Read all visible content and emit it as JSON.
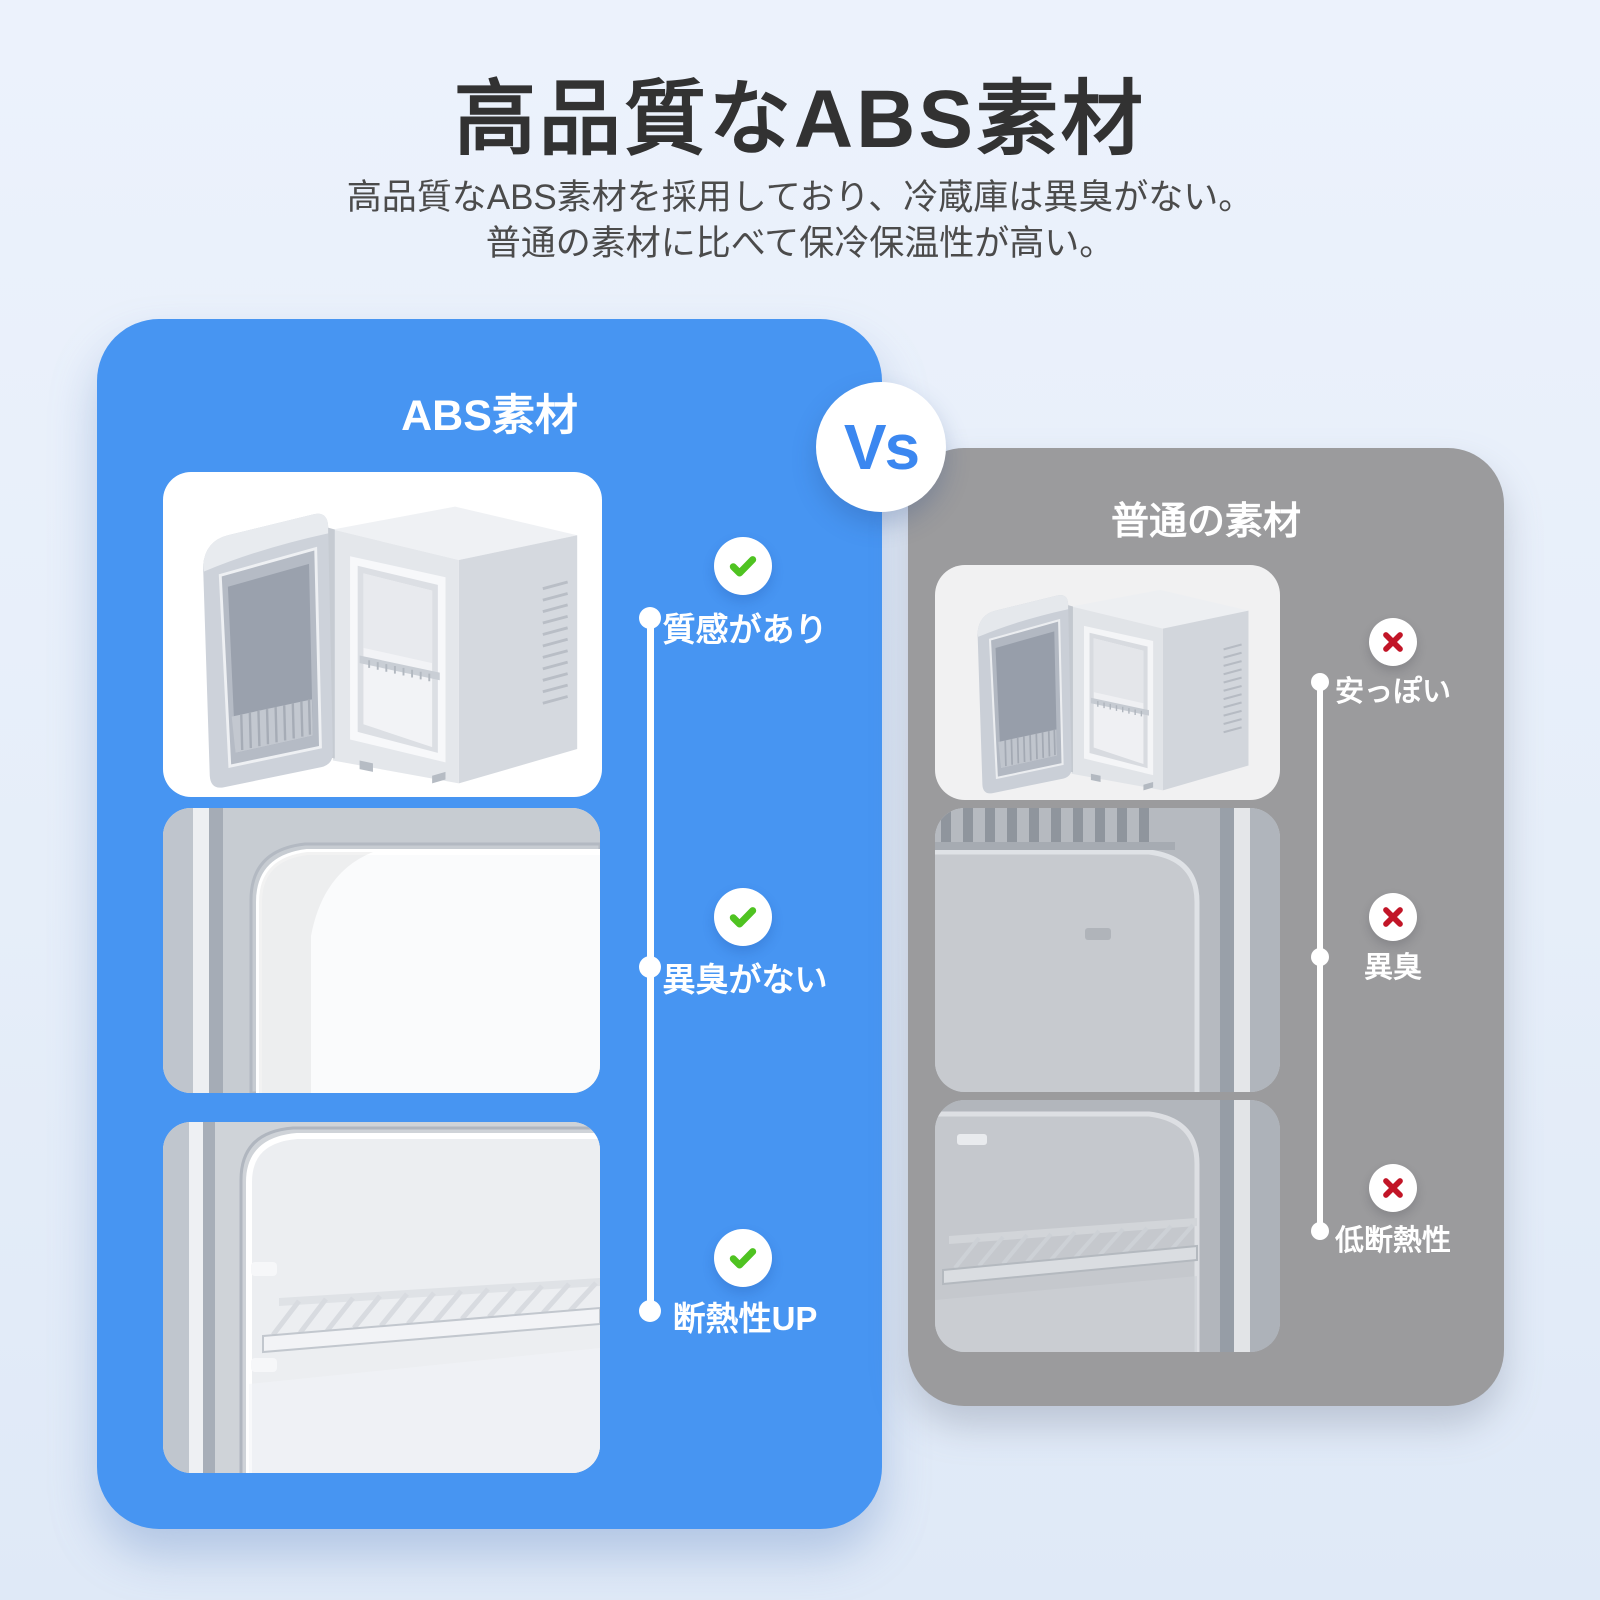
{
  "page": {
    "background_color": "#e8effa",
    "title": "高品質なABS素材",
    "subtitle_line1": "高品質なABS素材を採用しており、冷蔵庫は異臭がない。",
    "subtitle_line2": "普通の素材に比べて保冷保温性が高い。"
  },
  "vs_badge": {
    "label": "Vs",
    "text_color": "#3b87f0"
  },
  "abs_panel": {
    "title": "ABS素材",
    "panel_color": "#4795f2",
    "check_color": "#4fc321",
    "icon": "check-icon",
    "features": [
      {
        "label": "質感があり"
      },
      {
        "label": "異臭がない"
      },
      {
        "label": "断熱性UP"
      }
    ],
    "images": [
      {
        "name": "fridge-open-door"
      },
      {
        "name": "fridge-interior-corner"
      },
      {
        "name": "fridge-interior-shelf"
      }
    ]
  },
  "normal_panel": {
    "title": "普通の素材",
    "panel_color": "#9b9b9d",
    "cross_color": "#c21527",
    "icon": "cross-icon",
    "features": [
      {
        "label": "安っぽい"
      },
      {
        "label": "異臭"
      },
      {
        "label": "低断熱性"
      }
    ],
    "images": [
      {
        "name": "fridge-open-door"
      },
      {
        "name": "fridge-interior-corner"
      },
      {
        "name": "fridge-interior-shelf"
      }
    ]
  }
}
